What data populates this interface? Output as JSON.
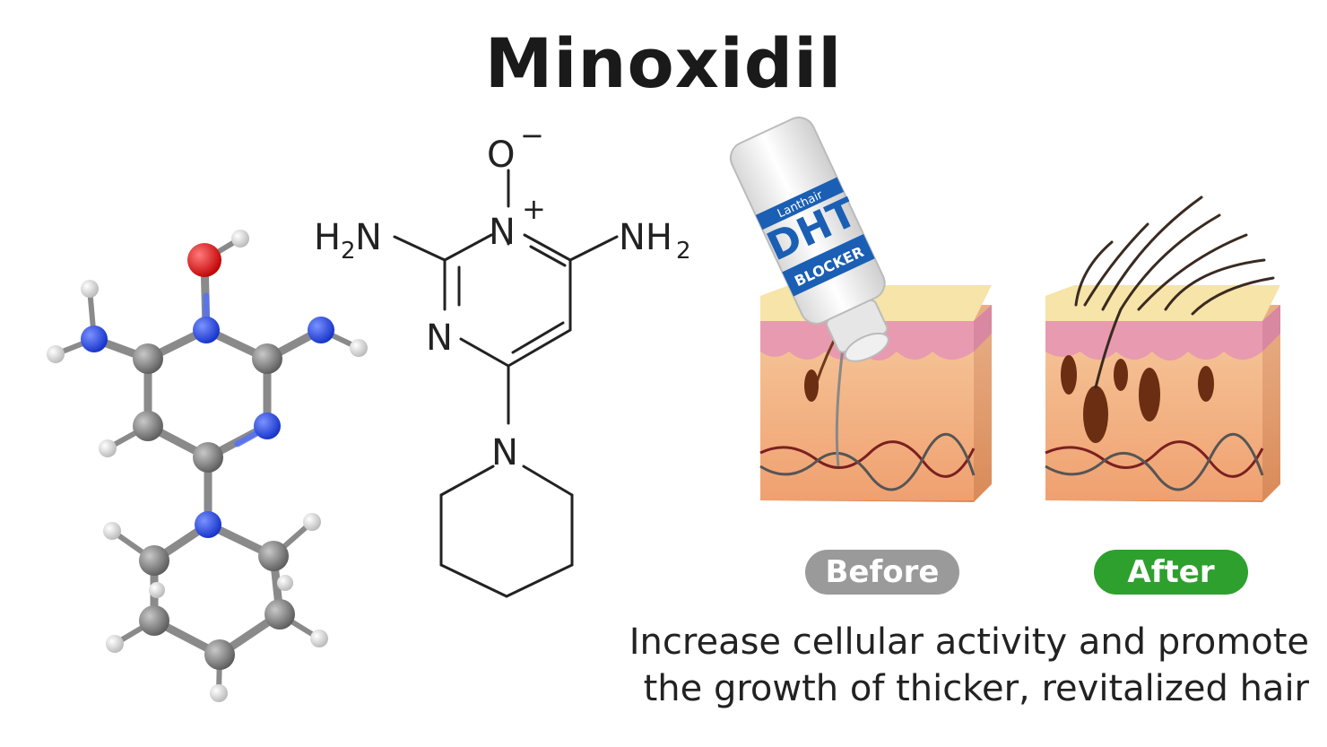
{
  "title": "Minoxidil",
  "structure": {
    "o_minus": "O",
    "minus_sign": "−",
    "n_plus": "N",
    "plus_sign": "+",
    "h2n": "H",
    "h2n_sub": "2",
    "h2n_tail": "N",
    "nh2": "NH",
    "nh2_sub": "2",
    "ring_n": "N",
    "pip_n": "N"
  },
  "product": {
    "brand": "Lanthair",
    "name": "DHT",
    "sub": "BLOCKER"
  },
  "labels": {
    "before": "Before",
    "after": "After"
  },
  "caption": {
    "line1": "Increase cellular activity and promote",
    "line2": "the growth of thicker, revitalized hair"
  },
  "colors": {
    "oxygen": "#e01010",
    "nitrogen": "#1c3fe0",
    "carbon": "#808080",
    "hydrogen": "#f2f2f2",
    "before_pill": "#9a9a9a",
    "after_pill": "#2ea02e"
  }
}
